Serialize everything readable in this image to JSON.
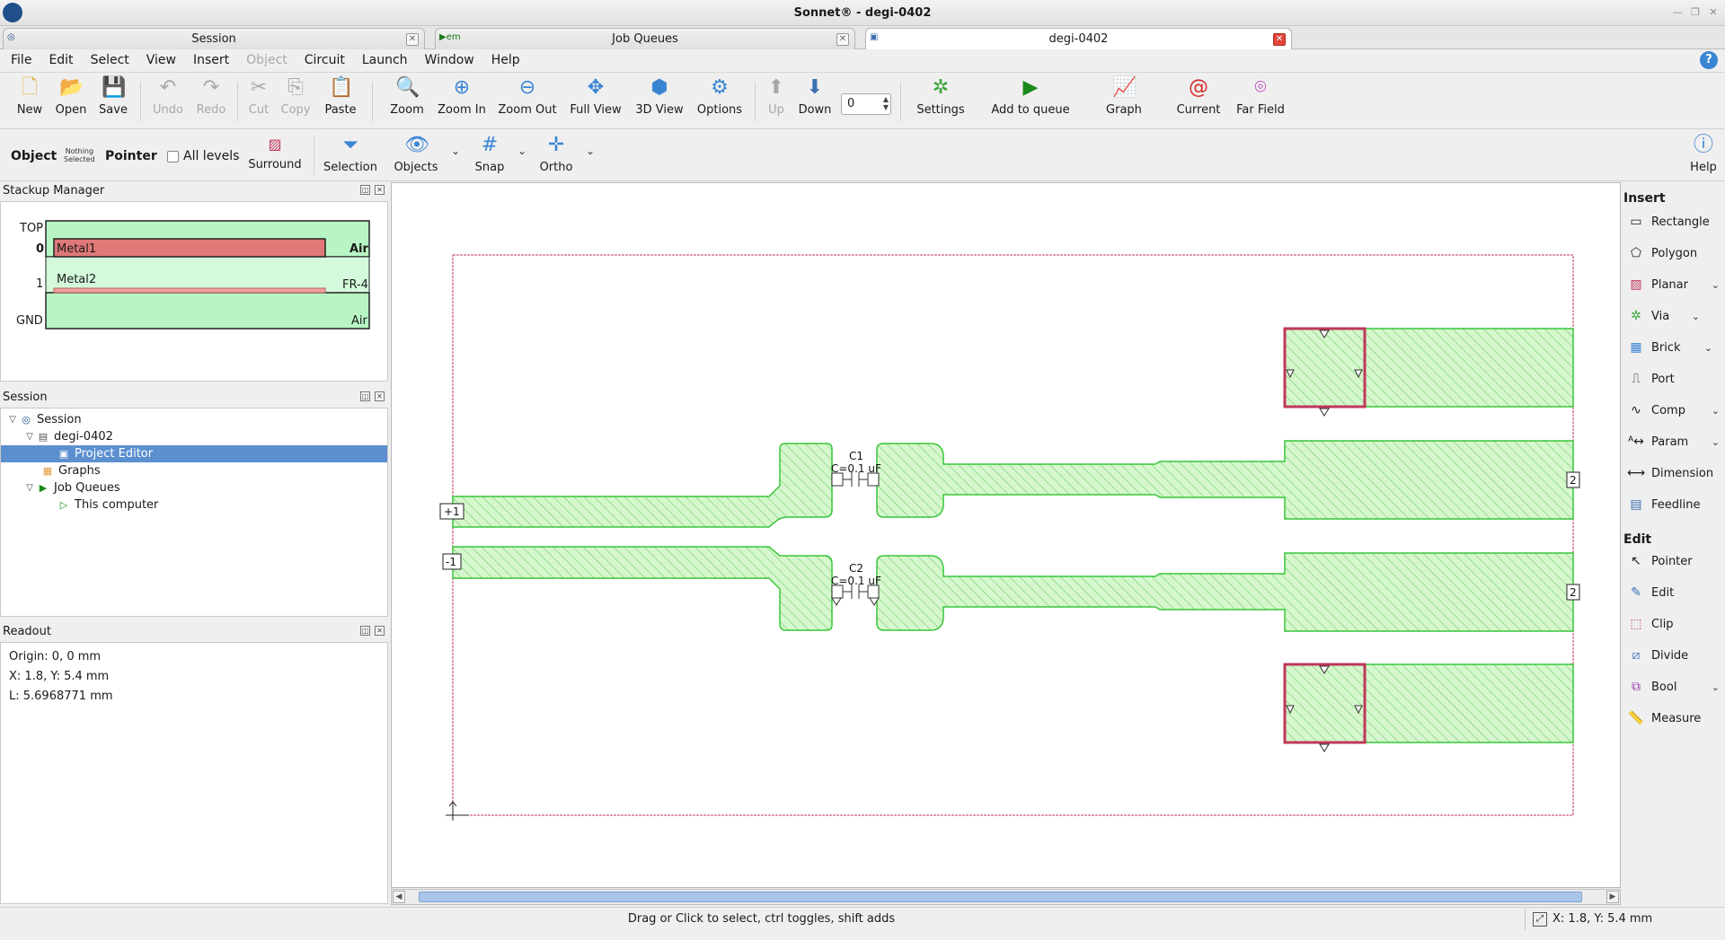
{
  "window": {
    "title": "Sonnet® - degi-0402"
  },
  "doc_tabs": [
    {
      "label": "Session"
    },
    {
      "label": "Job Queues"
    },
    {
      "label": "degi-0402"
    }
  ],
  "menu": [
    "File",
    "Edit",
    "Select",
    "View",
    "Insert",
    "Object",
    "Circuit",
    "Launch",
    "Window",
    "Help"
  ],
  "toolbar1": {
    "new": "New",
    "open": "Open",
    "save": "Save",
    "undo": "Undo",
    "redo": "Redo",
    "cut": "Cut",
    "copy": "Copy",
    "paste": "Paste",
    "zoom": "Zoom",
    "zoom_in": "Zoom In",
    "zoom_out": "Zoom Out",
    "full_view": "Full View",
    "view3d": "3D View",
    "options": "Options",
    "up": "Up",
    "down": "Down",
    "level_value": "0",
    "settings": "Settings",
    "add_to_queue": "Add to queue",
    "graph": "Graph",
    "current": "Current",
    "far_field": "Far Field"
  },
  "toolbar2": {
    "object": "Object",
    "nothing_1": "Nothing",
    "nothing_2": "Selected",
    "pointer": "Pointer",
    "all_levels": "All levels",
    "surround": "Surround",
    "selection": "Selection",
    "objects": "Objects",
    "snap": "Snap",
    "ortho": "Ortho",
    "help": "Help"
  },
  "stackup": {
    "title": "Stackup Manager",
    "top": "TOP",
    "level0": "0",
    "level1": "1",
    "gnd": "GND",
    "metal1": "Metal1",
    "metal2": "Metal2",
    "air_top": "Air",
    "fr4": "FR-4",
    "air_bottom": "Air"
  },
  "session": {
    "title": "Session",
    "tree": [
      {
        "label": "Session"
      },
      {
        "label": "degi-0402"
      },
      {
        "label": "Project Editor"
      },
      {
        "label": "Graphs"
      },
      {
        "label": "Job Queues"
      },
      {
        "label": "This computer"
      }
    ]
  },
  "readout": {
    "title": "Readout",
    "origin": "Origin: 0, 0 mm",
    "xy": "X: 1.8, Y: 5.4 mm",
    "length": "L: 5.6968771 mm"
  },
  "canvas": {
    "c1_name": "C1",
    "c1_value": "C=0.1 uF",
    "c2_name": "C2",
    "c2_value": "C=0.1 uF",
    "port_p1": "+1",
    "port_m1": "-1",
    "port_2a": "2",
    "port_2b": "2"
  },
  "palette": {
    "insert_head": "Insert",
    "insert": [
      "Rectangle",
      "Polygon",
      "Planar",
      "Via",
      "Brick",
      "Port",
      "Comp",
      "Param",
      "Dimension",
      "Feedline"
    ],
    "edit_head": "Edit",
    "edit": [
      "Pointer",
      "Edit",
      "Clip",
      "Divide",
      "Bool",
      "Measure"
    ]
  },
  "status": {
    "message": "Drag or Click to select, ctrl toggles, shift adds",
    "coord": "X: 1.8, Y: 5.4 mm"
  },
  "colors": {
    "metal_fill": "#d2f5c8",
    "metal_stroke": "#39c639",
    "box_border": "#c0385a",
    "selection": "#5b8fcf"
  }
}
